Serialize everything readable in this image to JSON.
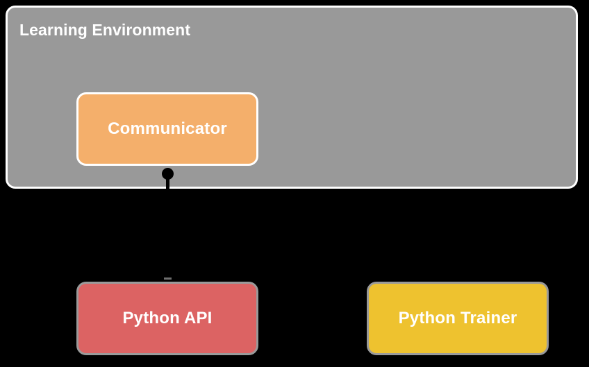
{
  "diagram": {
    "title": "Learning Environment",
    "background_color": "#000000",
    "group": {
      "label": "Learning Environment",
      "fill": "#999999",
      "border": "#ffffff"
    },
    "nodes": [
      {
        "id": "communicator",
        "label": "Communicator",
        "fill": "#f4af6b",
        "border": "#ffffff"
      },
      {
        "id": "python-api",
        "label": "Python API",
        "fill": "#dc6363",
        "border": "#9a9a9a"
      },
      {
        "id": "python-trainer",
        "label": "Python Trainer",
        "fill": "#eec22f",
        "border": "#9a9a9a"
      }
    ],
    "edges": [
      {
        "id": "communicator-to-python-api",
        "from": "communicator",
        "to": "python-api",
        "color": "#000000",
        "endpoint_marker": "dot"
      }
    ]
  }
}
